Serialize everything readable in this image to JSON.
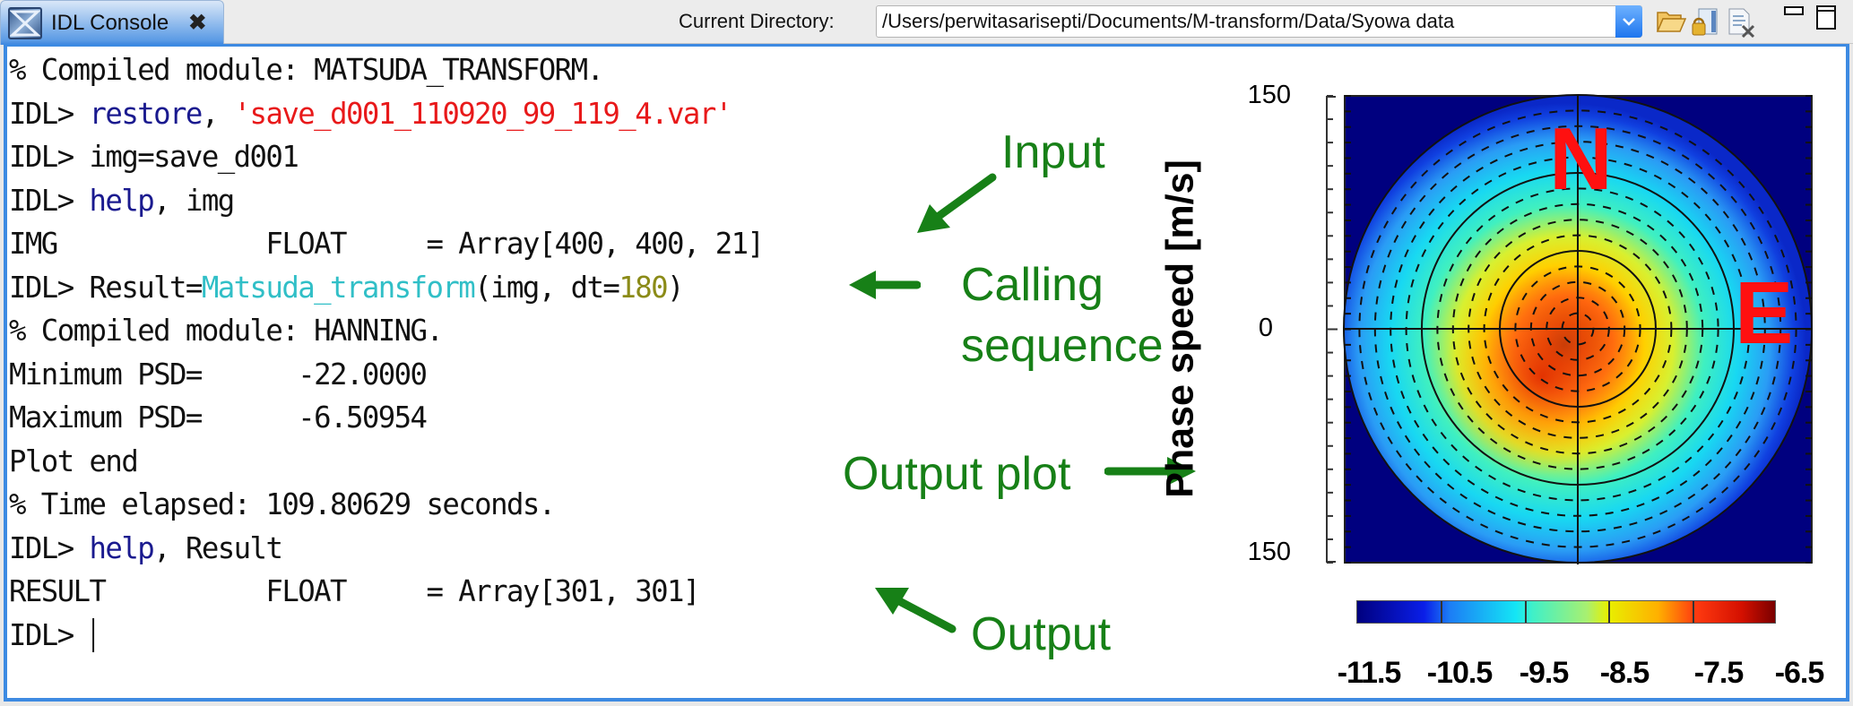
{
  "tab": {
    "title": "IDL Console",
    "close_glyph": "✖",
    "icon": "idl-logo-icon"
  },
  "toolbar": {
    "current_directory_label": "Current Directory:",
    "current_directory_value": "/Users/perwitasarisepti/Documents/M-transform/Data/Syowa data",
    "icons": [
      "dropdown-chevron-icon",
      "open-folder-icon",
      "lock-console-icon",
      "clear-console-icon",
      "minimize-icon",
      "maximize-icon"
    ]
  },
  "console": {
    "lines": [
      {
        "segments": [
          {
            "t": "% Compiled module: MATSUDA_TRANSFORM.",
            "c": "plain"
          }
        ]
      },
      {
        "segments": [
          {
            "t": "IDL> ",
            "c": "plain"
          },
          {
            "t": "restore",
            "c": "kw"
          },
          {
            "t": ", ",
            "c": "plain"
          },
          {
            "t": "'save_d001_110920_99_119_4.var'",
            "c": "str"
          }
        ]
      },
      {
        "segments": [
          {
            "t": "IDL> img=save_d001",
            "c": "plain"
          }
        ]
      },
      {
        "segments": [
          {
            "t": "IDL> ",
            "c": "plain"
          },
          {
            "t": "help",
            "c": "kw"
          },
          {
            "t": ", img",
            "c": "plain"
          }
        ]
      },
      {
        "segments": [
          {
            "t": "IMG             FLOAT     = Array[400, 400, 21]",
            "c": "plain"
          }
        ]
      },
      {
        "segments": [
          {
            "t": "IDL> Result=",
            "c": "plain"
          },
          {
            "t": "Matsuda_transform",
            "c": "fn"
          },
          {
            "t": "(img, dt=",
            "c": "plain"
          },
          {
            "t": "180",
            "c": "num"
          },
          {
            "t": ")",
            "c": "plain"
          }
        ]
      },
      {
        "segments": [
          {
            "t": "% Compiled module: HANNING.",
            "c": "plain"
          }
        ]
      },
      {
        "segments": [
          {
            "t": "Minimum PSD=      -22.0000",
            "c": "plain"
          }
        ]
      },
      {
        "segments": [
          {
            "t": "Maximum PSD=      -6.50954",
            "c": "plain"
          }
        ]
      },
      {
        "segments": [
          {
            "t": "Plot end",
            "c": "plain"
          }
        ]
      },
      {
        "segments": [
          {
            "t": "% Time elapsed: 109.80629 seconds.",
            "c": "plain"
          }
        ]
      },
      {
        "segments": [
          {
            "t": "IDL> ",
            "c": "plain"
          },
          {
            "t": "help",
            "c": "kw"
          },
          {
            "t": ", Result",
            "c": "plain"
          }
        ]
      },
      {
        "segments": [
          {
            "t": "RESULT          FLOAT     = Array[301, 301]",
            "c": "plain"
          }
        ]
      },
      {
        "segments": [
          {
            "t": "IDL> ",
            "c": "plain"
          }
        ],
        "cursor": true
      }
    ],
    "prompt": "IDL>"
  },
  "annotations": {
    "input": "Input",
    "calling_1": "Calling",
    "calling_2": "sequence",
    "output_plot": "Output plot",
    "output": "Output",
    "color": "#178017"
  },
  "chart_data": {
    "type": "heatmap",
    "subtype": "polar phase-velocity spectrum",
    "ylabel": "Phase speed [m/s]",
    "yticks": [
      "150",
      "0",
      "150"
    ],
    "ylim": [
      -150,
      150
    ],
    "xlim": [
      -150,
      150
    ],
    "direction_labels": {
      "north": "N",
      "east": "E"
    },
    "solid_circles_ms": [
      50,
      100,
      150
    ],
    "dashed_circles_step_ms": 10,
    "peak_location": "near origin, extending toward south-west",
    "colorbar": {
      "ticks": [
        "-11.5",
        "-10.5",
        "-9.5",
        "-8.5",
        "-7.5",
        "-6.5"
      ],
      "range": [
        -11.5,
        -6.5
      ],
      "colormap": "jet"
    },
    "psd_min": -22.0,
    "psd_max": -6.50954,
    "label_color": "#ff1010",
    "background_color": "#00007f"
  }
}
